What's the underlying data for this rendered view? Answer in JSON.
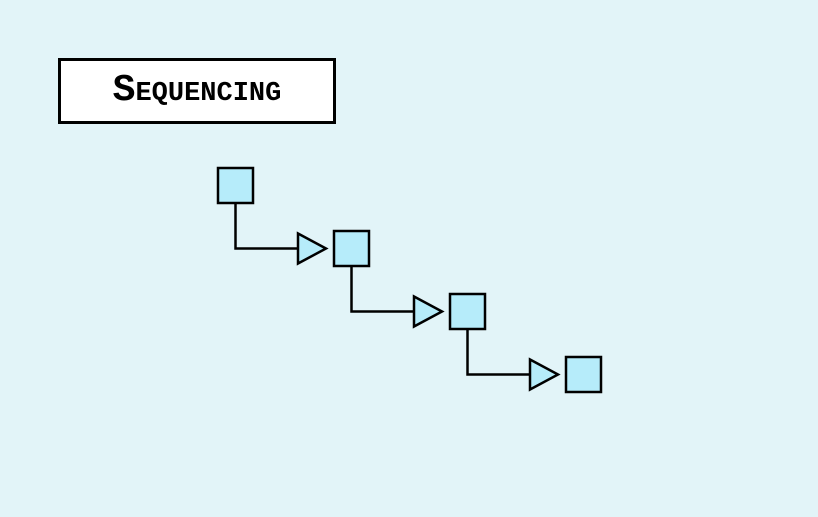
{
  "title": "Sequencing",
  "colors": {
    "background": "#e2f4f8",
    "node_fill": "#b6ecfa",
    "stroke": "#000000",
    "title_box_fill": "#ffffff"
  },
  "diagram": {
    "node_count": 4,
    "connector_style": "elbow-arrow",
    "arrowhead": "open-triangle"
  }
}
